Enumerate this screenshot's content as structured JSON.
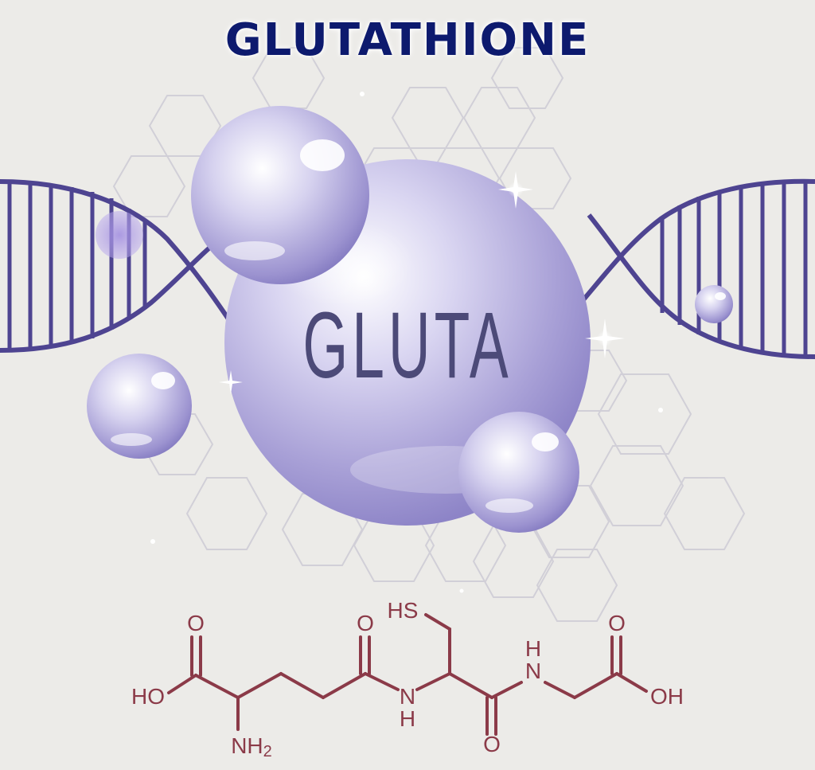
{
  "title": "GLUTATHIONE",
  "bubble_text": "GLUTA",
  "molecule": {
    "labels": {
      "hs": "HS",
      "o_left_acid": "O",
      "o_amide_1": "O",
      "o_right_acid": "O",
      "o_amide_2": "O",
      "ho": "HO",
      "oh": "OH",
      "nh_bottom_n": "N",
      "nh_bottom_h": "H",
      "nh_top_h": "H",
      "nh_top_n": "N",
      "nh2": "NH",
      "nh2_sub": "2"
    }
  },
  "colors": {
    "title": "#0d1a6e",
    "background": "#ecebe8",
    "sphere": "#b9b2e0",
    "helix": "#4e4491",
    "bubble_text": "#4c4a78",
    "molecule": "#8b3a48",
    "hexagon": "#cfcdd6"
  }
}
